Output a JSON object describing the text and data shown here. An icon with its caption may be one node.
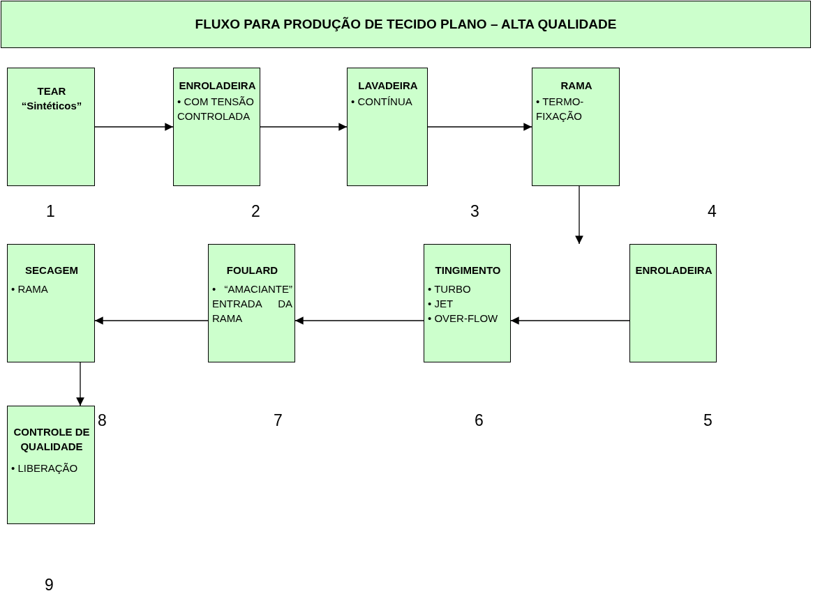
{
  "diagram": {
    "title": "FLUXO PARA PRODUÇÃO DE TECIDO PLANO – ALTA QUALIDADE",
    "nodes": [
      {
        "text": [
          "TEAR “Sintéticos”"
        ]
      },
      {
        "text": [
          "ENROLADEIRA",
          "• COM TENSÃO CONTROLADA"
        ]
      },
      {
        "text": [
          "LAVADEIRA",
          "• CONTÍNUA"
        ]
      },
      {
        "text": [
          "RAMA",
          "• TERMO-FIXAÇÃO"
        ]
      },
      {
        "text": [
          "ENROLADEIRA"
        ]
      },
      {
        "text": [
          "TINGIMENTO",
          "• TURBO",
          "• JET",
          "• OVER-FLOW"
        ]
      },
      {
        "text": [
          "FOULARD",
          "• “AMACIANTE” ENTRADA DA RAMA"
        ]
      },
      {
        "text": [
          "SECAGEM",
          "• RAMA"
        ]
      },
      {
        "text": [
          "CONTROLE DE QUALIDADE",
          "• LIBERAÇÃO"
        ]
      }
    ],
    "labels": [
      "1",
      "2",
      "3",
      "4",
      "8",
      "7",
      "6",
      "5",
      "9"
    ],
    "edges": [
      {
        "from": 0,
        "to": 1,
        "arrow": "to"
      },
      {
        "from": 1,
        "to": 2,
        "arrow": "to"
      },
      {
        "from": 2,
        "to": 3,
        "arrow": "to"
      },
      {
        "from": 3,
        "to": 4,
        "arrow": "to"
      },
      {
        "from": 4,
        "to": 5,
        "arrow": "to"
      },
      {
        "from": 5,
        "to": 6,
        "arrow": "to"
      },
      {
        "from": 6,
        "to": 7,
        "arrow": "to"
      },
      {
        "from": 7,
        "to": 8,
        "arrow": "to"
      }
    ]
  }
}
